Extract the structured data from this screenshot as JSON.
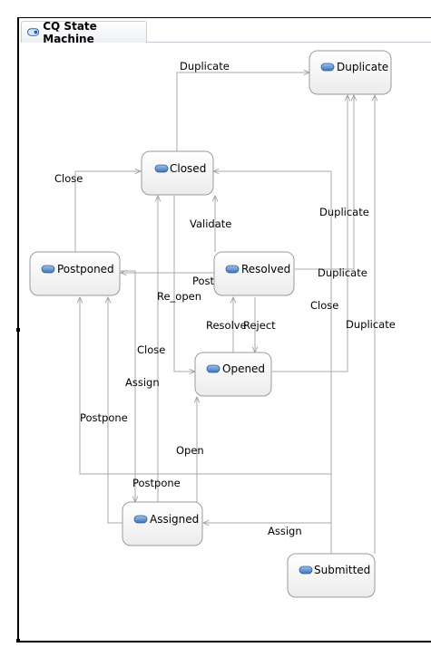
{
  "editor": {
    "tab_title": "CQ State Machine",
    "tab_icon": "state-machine-icon"
  },
  "states": {
    "duplicate": "Duplicate",
    "closed": "Closed",
    "postponed": "Postponed",
    "resolved": "Resolved",
    "opened": "Opened",
    "assigned": "Assigned",
    "submitted": "Submitted"
  },
  "transitions": {
    "closed_to_duplicate": "Duplicate",
    "postponed_to_closed": "Close",
    "resolved_validate": "Validate",
    "opened_to_duplicate": "Duplicate",
    "resolved_to_duplicate": "Duplicate",
    "resolved_to_postponed": "Postpone",
    "closed_reopen": "Re_open",
    "submitted_to_closed": "Close",
    "submitted_to_duplicate": "Duplicate",
    "opened_resolve": "Resolve",
    "resolved_reject": "Reject",
    "assigned_to_closed": "Close",
    "postponed_to_assigned": "Assign",
    "submitted_to_postponed": "Postpone",
    "assigned_open": "Open",
    "assigned_postpone": "Postpone",
    "submitted_to_assigned": "Assign"
  },
  "colors": {
    "icon_fill": "#4f86c6",
    "edge": "#a8a8a8",
    "box_border": "#9a9a9a"
  }
}
